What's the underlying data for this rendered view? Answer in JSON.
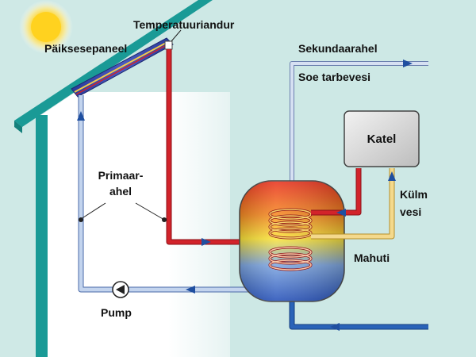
{
  "labels": {
    "solar_panel": "Päiksesepaneel",
    "temperature_sensor": "Temperatuuriandur",
    "secondary_circuit": "Sekundaarahel",
    "hot_tap_water": "Soe tarbevesi",
    "boiler": "Katel",
    "primary_circuit_line1": "Primaar-",
    "primary_circuit_line2": "ahel",
    "cold_water_line1": "Külm",
    "cold_water_line2": "vesi",
    "tank": "Mahuti",
    "pump": "Pump"
  },
  "colors": {
    "sky": "#cce7e4",
    "house_wall": "#ffffff",
    "roof": "#1a9a96",
    "sun": "#ffd21f",
    "hot_pipe": "#d2232a",
    "cold_pipe": "#1f5aa6",
    "return_pipe": "#b9cce6",
    "secondary_pipe": "#c6d3e8",
    "cold_water_pipe": "#f2d27a",
    "boiler_box": "#e6e6e6",
    "arrow": "#1f4fa0"
  },
  "icons": [
    "sun-icon",
    "pump-icon",
    "flow-arrow-icon"
  ]
}
